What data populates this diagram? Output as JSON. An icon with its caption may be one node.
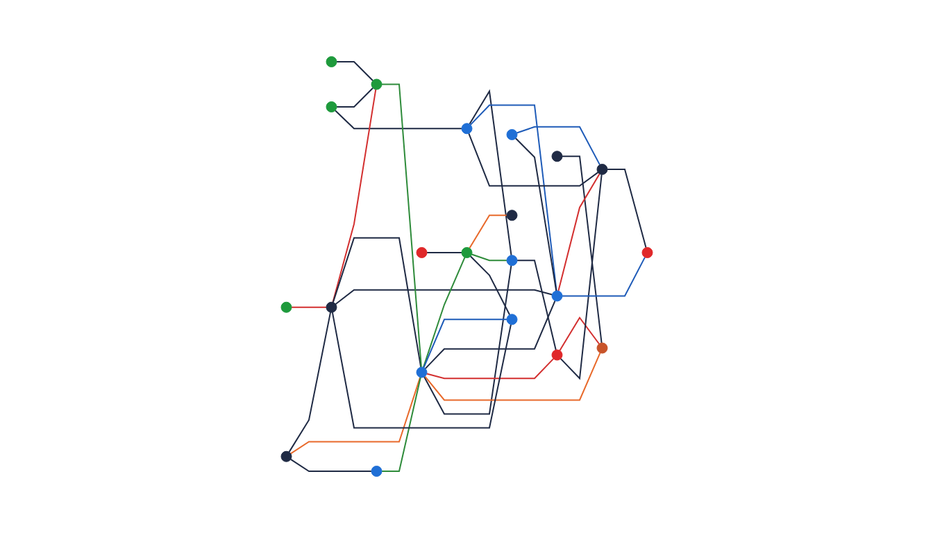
{
  "diagram": {
    "nodes": [
      {
        "text": [],
        "shape": "circle"
      },
      {
        "text": [],
        "shape": "circle"
      },
      {
        "text": [],
        "shape": "circle"
      },
      {
        "text": [],
        "shape": "circle"
      },
      {
        "text": [],
        "shape": "circle"
      },
      {
        "text": [],
        "shape": "circle"
      },
      {
        "text": [],
        "shape": "circle"
      },
      {
        "text": [],
        "shape": "circle"
      },
      {
        "text": [],
        "shape": "circle"
      },
      {
        "text": [],
        "shape": "circle"
      },
      {
        "text": [],
        "shape": "circle"
      },
      {
        "text": [],
        "shape": "circle"
      },
      {
        "text": [],
        "shape": "circle"
      },
      {
        "text": [],
        "shape": "circle"
      },
      {
        "text": [],
        "shape": "circle"
      },
      {
        "text": [],
        "shape": "circle"
      },
      {
        "text": [],
        "shape": "circle"
      },
      {
        "text": [],
        "shape": "circle"
      },
      {
        "text": [],
        "shape": "circle"
      },
      {
        "text": [],
        "shape": "circle"
      },
      {
        "text": [],
        "shape": "circle"
      }
    ],
    "edges": [
      {
        "from": 0,
        "to": 7,
        "arrow": "none"
      },
      {
        "from": 1,
        "to": 7,
        "arrow": "none"
      },
      {
        "from": 1,
        "to": 3,
        "arrow": "none"
      },
      {
        "from": 2,
        "to": 6,
        "arrow": "none",
        "color": "#d32f2f"
      },
      {
        "from": 6,
        "to": 7,
        "arrow": "none",
        "color": "#d32f2f"
      },
      {
        "from": 3,
        "to": 4,
        "arrow": "none"
      },
      {
        "from": 4,
        "to": 5,
        "arrow": "none"
      },
      {
        "from": 6,
        "to": 12,
        "arrow": "none"
      },
      {
        "from": 6,
        "to": 17,
        "arrow": "none"
      },
      {
        "from": 7,
        "to": 12,
        "arrow": "none",
        "color": "#2e8b3a"
      },
      {
        "from": 3,
        "to": 17,
        "arrow": "none",
        "color": "#1e5bb8"
      },
      {
        "from": 3,
        "to": 14,
        "arrow": "none"
      },
      {
        "from": 4,
        "to": 12,
        "arrow": "none"
      },
      {
        "from": 5,
        "to": 12,
        "arrow": "none",
        "color": "#d32f2f"
      },
      {
        "from": 5,
        "to": 10,
        "arrow": "none",
        "color": "#d32f2f"
      },
      {
        "from": 5,
        "to": 14,
        "arrow": "none"
      },
      {
        "from": 8,
        "to": 10,
        "arrow": "none"
      },
      {
        "from": 9,
        "to": 14,
        "arrow": "none",
        "color": "#1e5bb8"
      },
      {
        "from": 9,
        "to": 17,
        "arrow": "none"
      },
      {
        "from": 10,
        "to": 12,
        "arrow": "none",
        "color": "#e8692a"
      },
      {
        "from": 11,
        "to": 6,
        "arrow": "none"
      },
      {
        "from": 11,
        "to": 12,
        "arrow": "none",
        "color": "#e8692a"
      },
      {
        "from": 11,
        "to": 13,
        "arrow": "none"
      },
      {
        "from": 13,
        "to": 12,
        "arrow": "none",
        "color": "#2e8b3a"
      },
      {
        "from": 12,
        "to": 16,
        "arrow": "none",
        "color": "#2e8b3a"
      },
      {
        "from": 12,
        "to": 19,
        "arrow": "none",
        "color": "#1e5bb8"
      },
      {
        "from": 12,
        "to": 17,
        "arrow": "none"
      },
      {
        "from": 15,
        "to": 16,
        "arrow": "none"
      },
      {
        "from": 16,
        "to": 18,
        "arrow": "none",
        "color": "#e8692a"
      },
      {
        "from": 16,
        "to": 4,
        "arrow": "none",
        "color": "#2e8b3a"
      },
      {
        "from": 17,
        "to": 14,
        "arrow": "none",
        "color": "#d32f2f"
      },
      {
        "from": 14,
        "to": 20,
        "arrow": "none"
      },
      {
        "from": 17,
        "to": 20,
        "arrow": "none",
        "color": "#1e5bb8"
      },
      {
        "from": 16,
        "to": 19,
        "arrow": "none"
      },
      {
        "from": 6,
        "to": 19,
        "arrow": "none"
      }
    ]
  }
}
